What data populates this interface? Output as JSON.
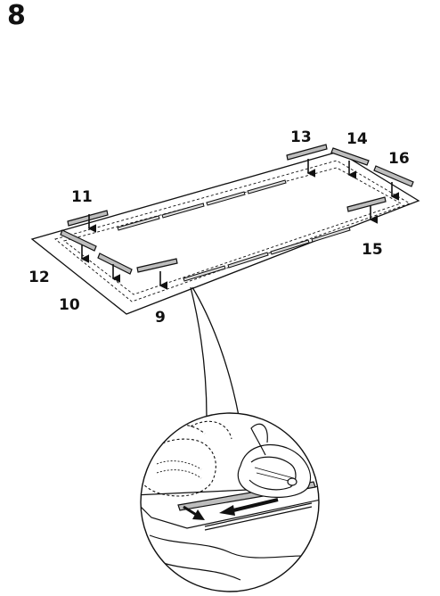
{
  "step": {
    "number": "8"
  },
  "part_labels": [
    {
      "id": "9",
      "text": "9"
    },
    {
      "id": "10",
      "text": "10"
    },
    {
      "id": "11",
      "text": "11"
    },
    {
      "id": "12",
      "text": "12"
    },
    {
      "id": "13",
      "text": "13"
    },
    {
      "id": "14",
      "text": "14"
    },
    {
      "id": "15",
      "text": "15"
    },
    {
      "id": "16",
      "text": "16"
    }
  ],
  "colors": {
    "line": "#111111",
    "background": "#ffffff",
    "strip_fill": "#cfcfcf"
  }
}
